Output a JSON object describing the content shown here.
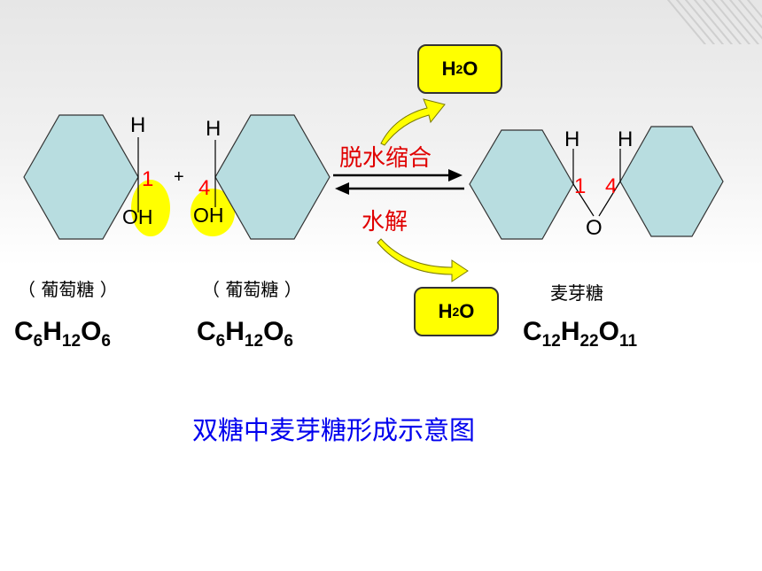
{
  "colors": {
    "ring_fill": "#b8dde0",
    "ring_stroke": "#333333",
    "highlight": "#ffff00",
    "red_text": "#ff0000",
    "caption_blue": "#0000ee"
  },
  "molecules": {
    "glucose_a": {
      "h": "H",
      "carbon_num": "1",
      "oh": "OH",
      "name": "（ 葡萄糖 ）",
      "formula": {
        "c": "C",
        "c_n": "6",
        "h": "H",
        "h_n": "12",
        "o": "O",
        "o_n": "6"
      }
    },
    "glucose_b": {
      "h": "H",
      "carbon_num": "4",
      "oh": "OH",
      "name": "（ 葡萄糖 ）",
      "formula": {
        "c": "C",
        "c_n": "6",
        "h": "H",
        "h_n": "12",
        "o": "O",
        "o_n": "6"
      }
    },
    "maltose": {
      "h_left": "H",
      "h_right": "H",
      "num_left": "1",
      "num_right": "4",
      "o": "O",
      "name": "麦芽糖",
      "formula": {
        "c": "C",
        "c_n": "12",
        "h": "H",
        "h_n": "22",
        "o": "O",
        "o_n": "11"
      }
    }
  },
  "plus": "+",
  "reaction": {
    "forward": "脱水缩合",
    "reverse": "水解"
  },
  "water": {
    "h": "H",
    "h_n": "2",
    "o": "O"
  },
  "caption": "双糖中麦芽糖形成示意图"
}
